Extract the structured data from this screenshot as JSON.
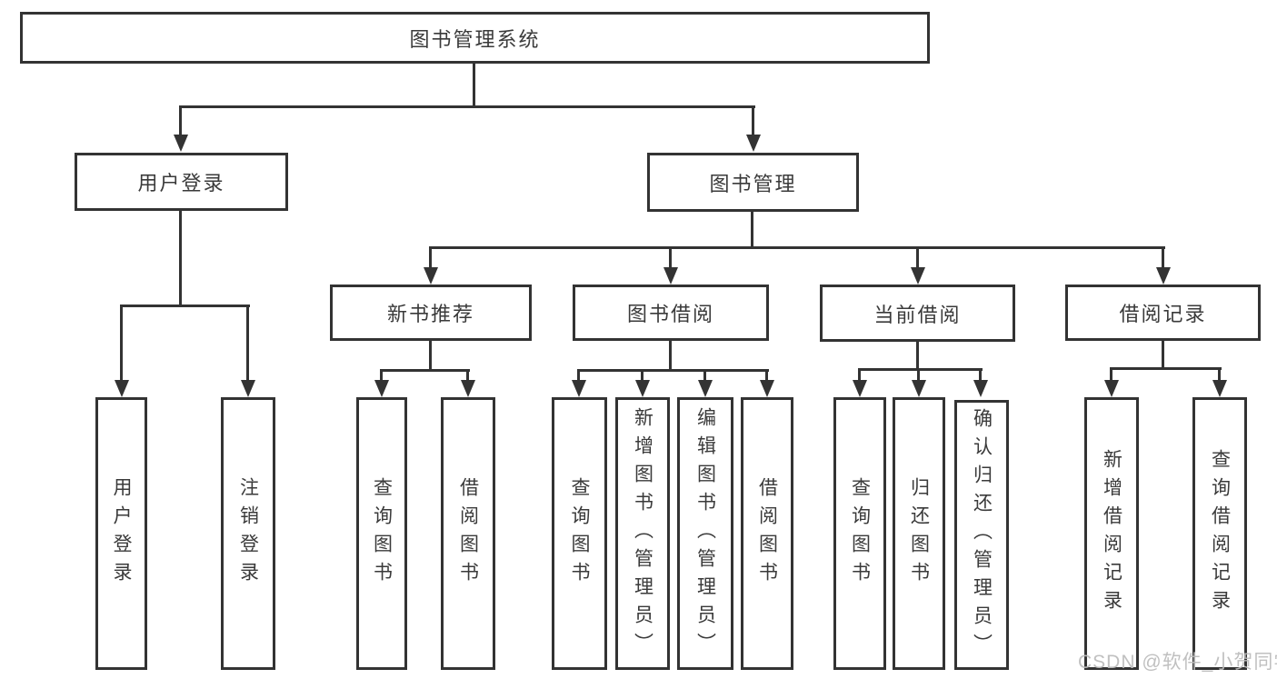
{
  "colors": {
    "line": "#333333",
    "text": "#3a3a3a",
    "watermark": "#bdbdbd",
    "background": "#ffffff"
  },
  "watermark": "CSDN @软件_小贺同学",
  "tree": {
    "root": "图书管理系统",
    "children": [
      {
        "label": "用户登录",
        "children": [
          "用户登录",
          "注销登录"
        ]
      },
      {
        "label": "图书管理",
        "children": [
          {
            "label": "新书推荐",
            "children": [
              "查询图书",
              "借阅图书"
            ]
          },
          {
            "label": "图书借阅",
            "children": [
              "查询图书",
              "新增图书（管理员）",
              "编辑图书（管理员）",
              "借阅图书"
            ]
          },
          {
            "label": "当前借阅",
            "children": [
              "查询图书",
              "归还图书",
              "确认归还（管理员）"
            ]
          },
          {
            "label": "借阅记录",
            "children": [
              "新增借阅记录",
              "查询借阅记录"
            ]
          }
        ]
      }
    ]
  }
}
